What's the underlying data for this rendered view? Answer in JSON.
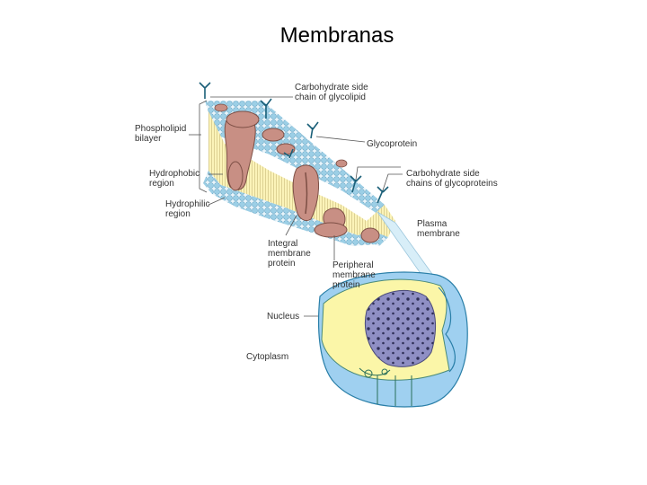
{
  "title": "Membranas",
  "labels": {
    "carb_glycolipid": "Carbohydrate side\nchain of glycolipid",
    "phospholipid": "Phospholipid\nbilayer",
    "glycoprotein": "Glycoprotein",
    "carb_glycoproteins": "Carbohydrate side\nchains of glycoproteins",
    "hydrophobic": "Hydrophobic\nregion",
    "hydrophilic": "Hydrophilic\nregion",
    "plasma_membrane": "Plasma\nmembrane",
    "integral_protein": "Integral\nmembrane\nprotein",
    "peripheral_protein": "Peripheral\nmembrane\nprotein",
    "nucleus": "Nucleus",
    "cytoplasm": "Cytoplasm"
  },
  "colors": {
    "lipid_head": "#9ccfe6",
    "lipid_tail": "#fbf3b8",
    "protein": "#c88f84",
    "glycan": "#1a5f78",
    "cytoplasm": "#fbf6a8",
    "nucleus": "#8f8fc4",
    "extracellular": "#9fd0f0"
  }
}
